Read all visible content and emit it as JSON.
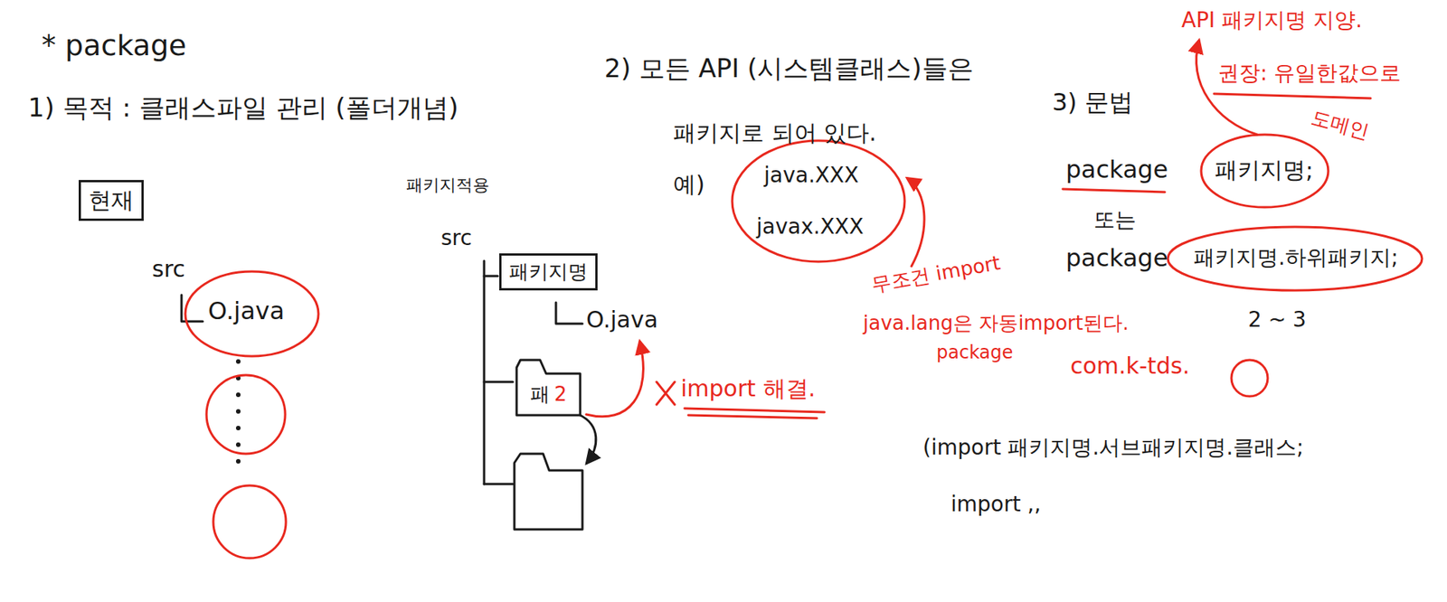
{
  "diagram": {
    "nodes": [
      {
        "text": [
          "현재"
        ]
      },
      {
        "text": [
          "패키지명"
        ]
      },
      {
        "text": [
          "패",
          "2"
        ]
      }
    ],
    "labels": [
      "* package",
      "1) 목적 : 클래스파일 관리 (폴더개념)",
      "src",
      "O.java",
      "패키지적용",
      "src",
      "O.java",
      "import 해결.",
      "2) 모든 API (시스템클래스)들은",
      "패키지로 되어 있다.",
      "예)",
      "java.XXX",
      "javax.XXX",
      "무조건 import",
      "java.lang은 자동import된다.",
      "package",
      "3) 문법",
      "package",
      "패키지명;",
      "또는",
      "package",
      "패키지명.하위패키지;",
      "2 ~ 3",
      "com.k-tds.",
      "API 패키지명 지양.",
      "권장: 유일한값으로",
      "도메인",
      "(import 패키지명.서브패키지명.클래스;",
      "import ,,"
    ]
  }
}
